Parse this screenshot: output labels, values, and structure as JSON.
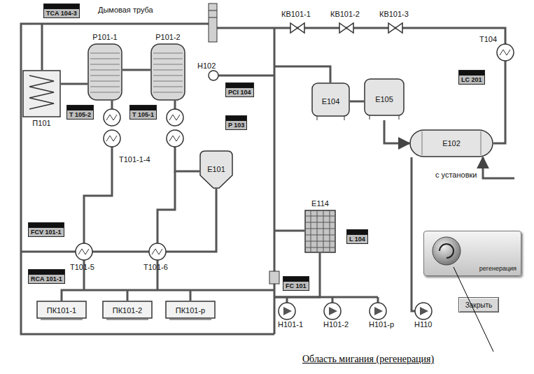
{
  "diagram": {
    "caption": "Область мигания (регенерация)",
    "nodes": [
      {
        "text": [
          "TCA 104-3"
        ]
      },
      {
        "text": [
          "Р101-1"
        ]
      },
      {
        "text": [
          "Р101-2"
        ]
      },
      {
        "text": [
          "П101"
        ]
      },
      {
        "text": [
          "Е104"
        ]
      },
      {
        "text": [
          "Е105"
        ]
      },
      {
        "text": [
          "T 105-2"
        ]
      },
      {
        "text": [
          "T 105-1"
        ]
      },
      {
        "text": [
          "PCI 104"
        ]
      },
      {
        "text": [
          "P 103"
        ]
      },
      {
        "text": [
          "LC 201"
        ]
      },
      {
        "text": [
          "Е102"
        ]
      },
      {
        "text": [
          "Е101"
        ]
      },
      {
        "text": [
          "FCV 101-1"
        ]
      },
      {
        "text": [
          "Е114"
        ]
      },
      {
        "text": [
          "L 104"
        ]
      },
      {
        "text": [
          "RCA 101-1"
        ]
      },
      {
        "text": [
          "FC 101"
        ]
      },
      {
        "text": [
          "ПК101-1"
        ]
      },
      {
        "text": [
          "ПК101-2"
        ]
      },
      {
        "text": [
          "ПК101-р"
        ]
      },
      {
        "text": [
          "регенерация"
        ]
      },
      {
        "text": [
          "Закрыть"
        ]
      }
    ],
    "edges": [
      {
        "from": 4,
        "to": 5,
        "arrow": "none"
      }
    ],
    "labels": [
      "Дымовая труба",
      "КВ101-1",
      "КВ101-2",
      "КВ101-3",
      "Т104",
      "Н102",
      "Т101-1-4",
      "с установки",
      "Т101-5",
      "Т101-6",
      "Н101-1",
      "Н101-2",
      "Н101-р",
      "Н110"
    ]
  }
}
